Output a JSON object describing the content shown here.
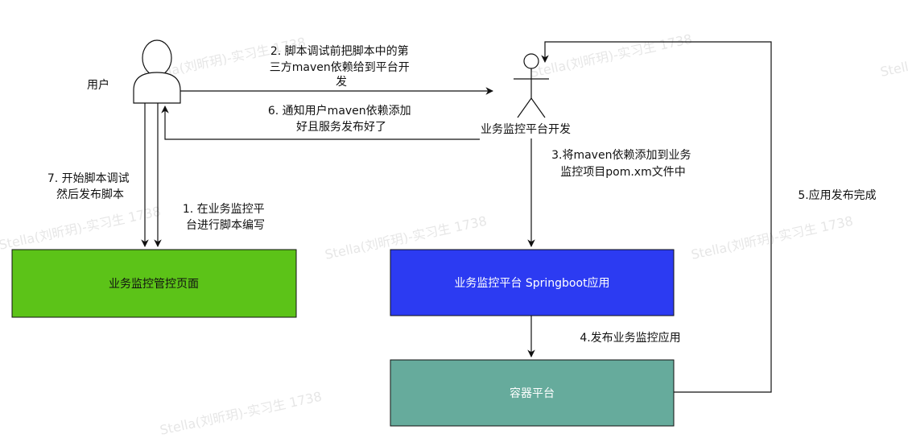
{
  "actors": {
    "user": {
      "label": "用户"
    },
    "platform_dev": {
      "label": "业务监控平台开发"
    }
  },
  "nodes": {
    "console_page": {
      "label": "业务监控管控页面",
      "color": "#5cc318"
    },
    "springboot_app": {
      "label": "业务监控平台 Springboot应用",
      "color": "#2c3bf2"
    },
    "container_platform": {
      "label": "容器平台",
      "color": "#66ab9c"
    }
  },
  "edges": {
    "step1": [
      "1. 在业务监控平",
      "台进行脚本编写"
    ],
    "step2": [
      "2. 脚本调试前把脚本中的第",
      "三方maven依赖给到平台开",
      "发"
    ],
    "step3": [
      "3.将maven依赖添加到业务",
      "监控项目pom.xm文件中"
    ],
    "step4": [
      "4.发布业务监控应用"
    ],
    "step5": [
      "5.应用发布完成"
    ],
    "step6": [
      "6. 通知用户maven依赖添加",
      "好且服务发布好了"
    ],
    "step7": [
      "7. 开始脚本调试",
      "然后发布脚本"
    ]
  },
  "watermark": {
    "text": "Stella(刘昕玥)-实习生 1738"
  }
}
